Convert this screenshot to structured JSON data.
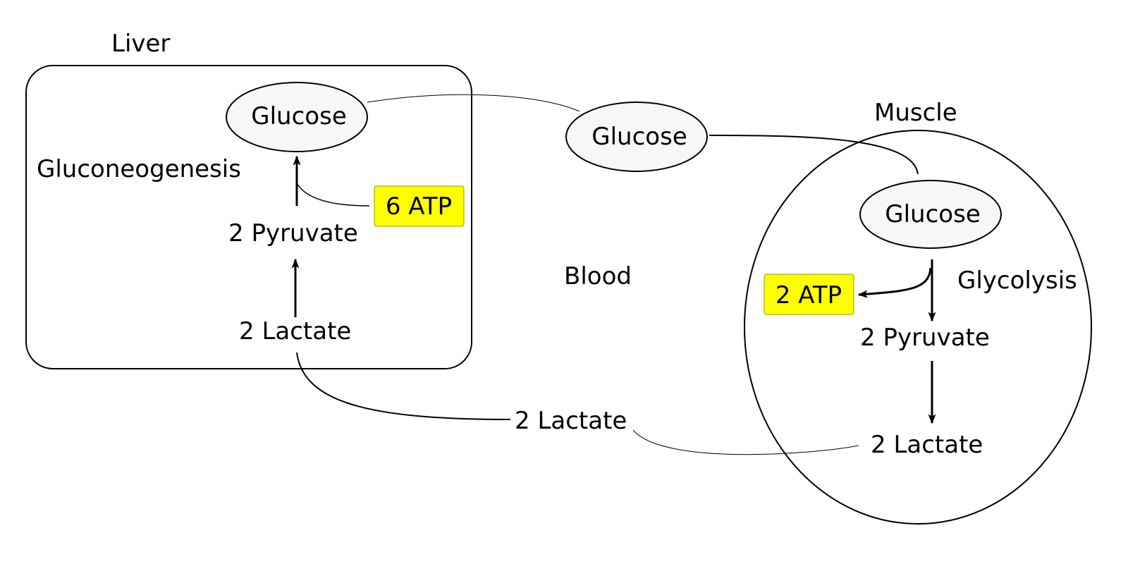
{
  "liver": {
    "title": "Liver",
    "process": "Gluconeogenesis",
    "glucose": "Glucose",
    "pyruvate": "2 Pyruvate",
    "lactate": "2 Lactate",
    "atp": "6 ATP"
  },
  "blood": {
    "label": "Blood",
    "glucose": "Glucose",
    "lactate": "2 Lactate"
  },
  "muscle": {
    "title": "Muscle",
    "process": "Glycolysis",
    "glucose": "Glucose",
    "pyruvate": "2 Pyruvate",
    "lactate": "2 Lactate",
    "atp": "2 ATP"
  },
  "colors": {
    "atp_fill": "#ffff00",
    "node_fill": "#f7f7f7",
    "stroke": "#000000"
  }
}
